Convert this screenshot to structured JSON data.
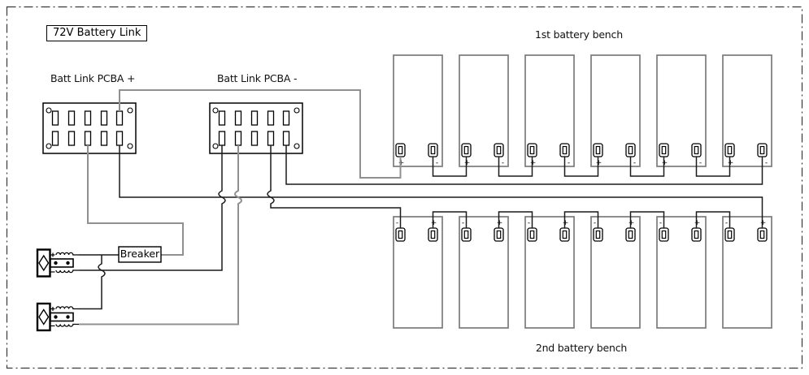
{
  "title": "72V Battery Link",
  "labels": {
    "pcba_plus": "Batt Link PCBA +",
    "pcba_minus": "Batt Link PCBA -",
    "breaker": "Breaker",
    "bench1": "1st battery bench",
    "bench2": "2nd battery bench"
  },
  "benches": [
    {
      "name": "1st battery bench",
      "batteries": 6,
      "left_terminal_sign": "+",
      "right_terminal_sign": "-"
    },
    {
      "name": "2nd battery bench",
      "batteries": 6,
      "left_terminal_sign": "-",
      "right_terminal_sign": "+"
    }
  ],
  "connectors": {
    "pcba_pin_columns": 5,
    "pcba_pin_rows": 2,
    "anderson_connector_count": 2,
    "anderson_terminal_signs": [
      "+",
      "-"
    ]
  },
  "colors": {
    "wire": "#1a1a1a",
    "wire_gray": "#909090",
    "battery_outline": "#7b7b7b",
    "frame": "#3a3a3a"
  }
}
